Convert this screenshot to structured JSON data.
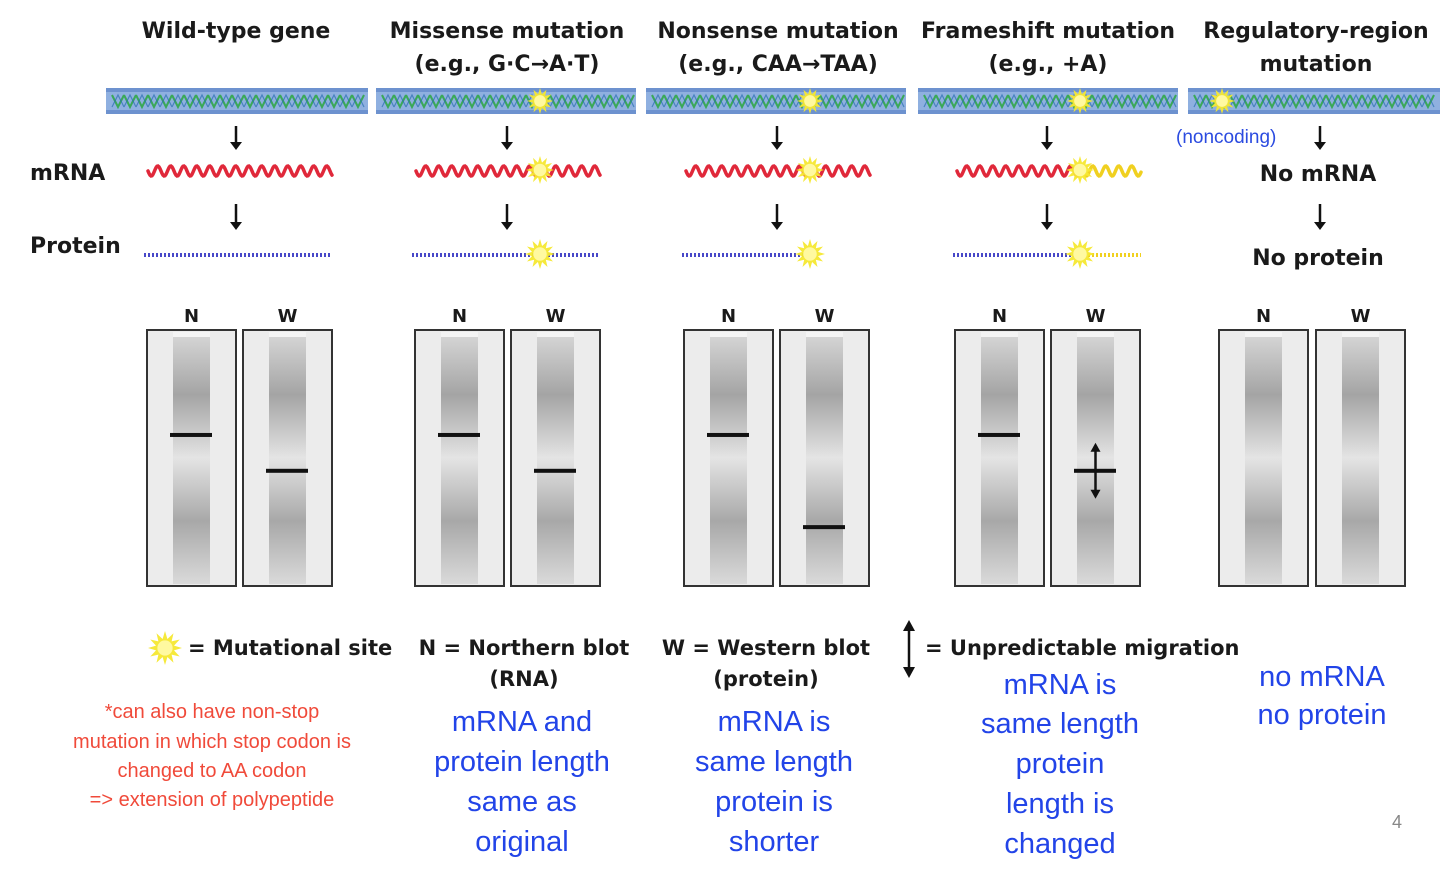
{
  "colors": {
    "dna_blue": "#8fb0e0",
    "dna_green": "#3aa858",
    "mrna_red": "#e0283a",
    "protein_purple": "#4848c8",
    "mutation_yellow": "#f5e830",
    "annotation_blue": "#2244e8",
    "note_red": "#f04a3a"
  },
  "row_labels": {
    "mrna": "mRNA",
    "protein": "Protein"
  },
  "columns": [
    {
      "id": "wild",
      "title": [
        "Wild-type gene"
      ],
      "mrna_text": "",
      "protein_text": "",
      "noncoding_label": ""
    },
    {
      "id": "missense",
      "title": [
        "Missense mutation",
        "(e.g., G·C→A·T)"
      ],
      "mrna_text": "",
      "protein_text": "",
      "noncoding_label": ""
    },
    {
      "id": "nonsense",
      "title": [
        "Nonsense mutation",
        "(e.g., CAA→TAA)"
      ],
      "mrna_text": "",
      "protein_text": "",
      "noncoding_label": ""
    },
    {
      "id": "frameshift",
      "title": [
        "Frameshift mutation",
        "(e.g., +A)"
      ],
      "mrna_text": "",
      "protein_text": "",
      "noncoding_label": ""
    },
    {
      "id": "regulatory",
      "title": [
        "Regulatory-region",
        "mutation"
      ],
      "mrna_text": "No mRNA",
      "protein_text": "No protein",
      "noncoding_label": "(noncoding)"
    }
  ],
  "lane_labels": {
    "n": "N",
    "w": "W"
  },
  "blots": [
    {
      "n_band": 0.41,
      "w_band": 0.55,
      "w_unpredictable": false,
      "has_n_band": true,
      "has_w_band": true
    },
    {
      "n_band": 0.41,
      "w_band": 0.55,
      "w_unpredictable": false,
      "has_n_band": true,
      "has_w_band": true
    },
    {
      "n_band": 0.41,
      "w_band": 0.77,
      "w_unpredictable": false,
      "has_n_band": true,
      "has_w_band": true
    },
    {
      "n_band": 0.41,
      "w_band": 0.55,
      "w_unpredictable": true,
      "has_n_band": true,
      "has_w_band": true
    },
    {
      "n_band": null,
      "w_band": null,
      "w_unpredictable": false,
      "has_n_band": false,
      "has_w_band": false
    }
  ],
  "legend": {
    "mutational_site": "= Mutational site",
    "northern": [
      "N = Northern blot",
      "(RNA)"
    ],
    "western": [
      "W = Western blot",
      "(protein)"
    ],
    "unpredictable": "= Unpredictable migration"
  },
  "red_note": [
    "*can also have non-stop",
    "mutation in which stop codon is",
    "changed to AA codon",
    "=> extension of polypeptide"
  ],
  "blue_notes": {
    "missense": [
      "mRNA and",
      "protein length",
      "same as",
      "original"
    ],
    "nonsense": [
      "mRNA is",
      "same length",
      "protein is",
      "shorter"
    ],
    "frameshift": [
      "mRNA is",
      "same length",
      "protein",
      "length is",
      "changed"
    ],
    "regulatory": [
      "no mRNA",
      "no protein"
    ]
  },
  "page_number": "4"
}
